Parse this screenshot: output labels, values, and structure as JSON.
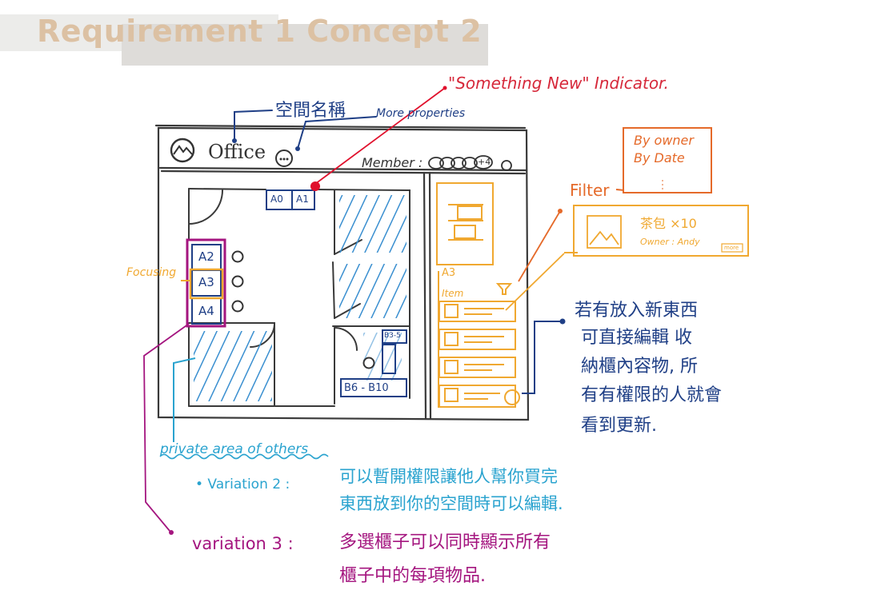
{
  "header": {
    "title": "Requirement 1 Concept 2"
  },
  "annotations": {
    "space_name": "空間名稱",
    "more_properties": "More properties",
    "something_new": "\"Something New\" Indicator.",
    "filter": "Filter",
    "focusing": "Focusing",
    "private_area": "private area of others"
  },
  "app": {
    "office_label": "Office",
    "member_label": "Member :",
    "member_more": "+4"
  },
  "lockers": {
    "a0": "A0",
    "a1": "A1",
    "a2": "A2",
    "a3": "A3",
    "a4": "A4",
    "b3": "B3-5",
    "b6": "B6 - B10"
  },
  "side_panel": {
    "selected": "A3",
    "item_label": "Item"
  },
  "filter_box": {
    "by_owner": "By owner",
    "by_date": "By Date"
  },
  "item_card": {
    "name": "茶包 ×10",
    "owner": "Owner : Andy",
    "more": "more"
  },
  "notes": {
    "right": [
      "若有放入新東西",
      "可直接編輯 收",
      "納櫃內容物, 所",
      "有有權限的人就會",
      "看到更新."
    ],
    "variation2_label": "• Variation 2 :",
    "variation2": [
      "可以暫開權限讓他人幫你買完",
      "東西放到你的空間時可以編輯."
    ],
    "variation3_label": "variation 3 :",
    "variation3": [
      "多選櫃子可以同時顯示所有",
      "櫃子中的每項物品."
    ]
  },
  "colors": {
    "sketch": "#333333",
    "blue": "#1f3f86",
    "red": "#d6283a",
    "orange": "#f0a830",
    "teal": "#2aa3cf",
    "magenta": "#a4157f",
    "title": "#dcc1a3"
  }
}
